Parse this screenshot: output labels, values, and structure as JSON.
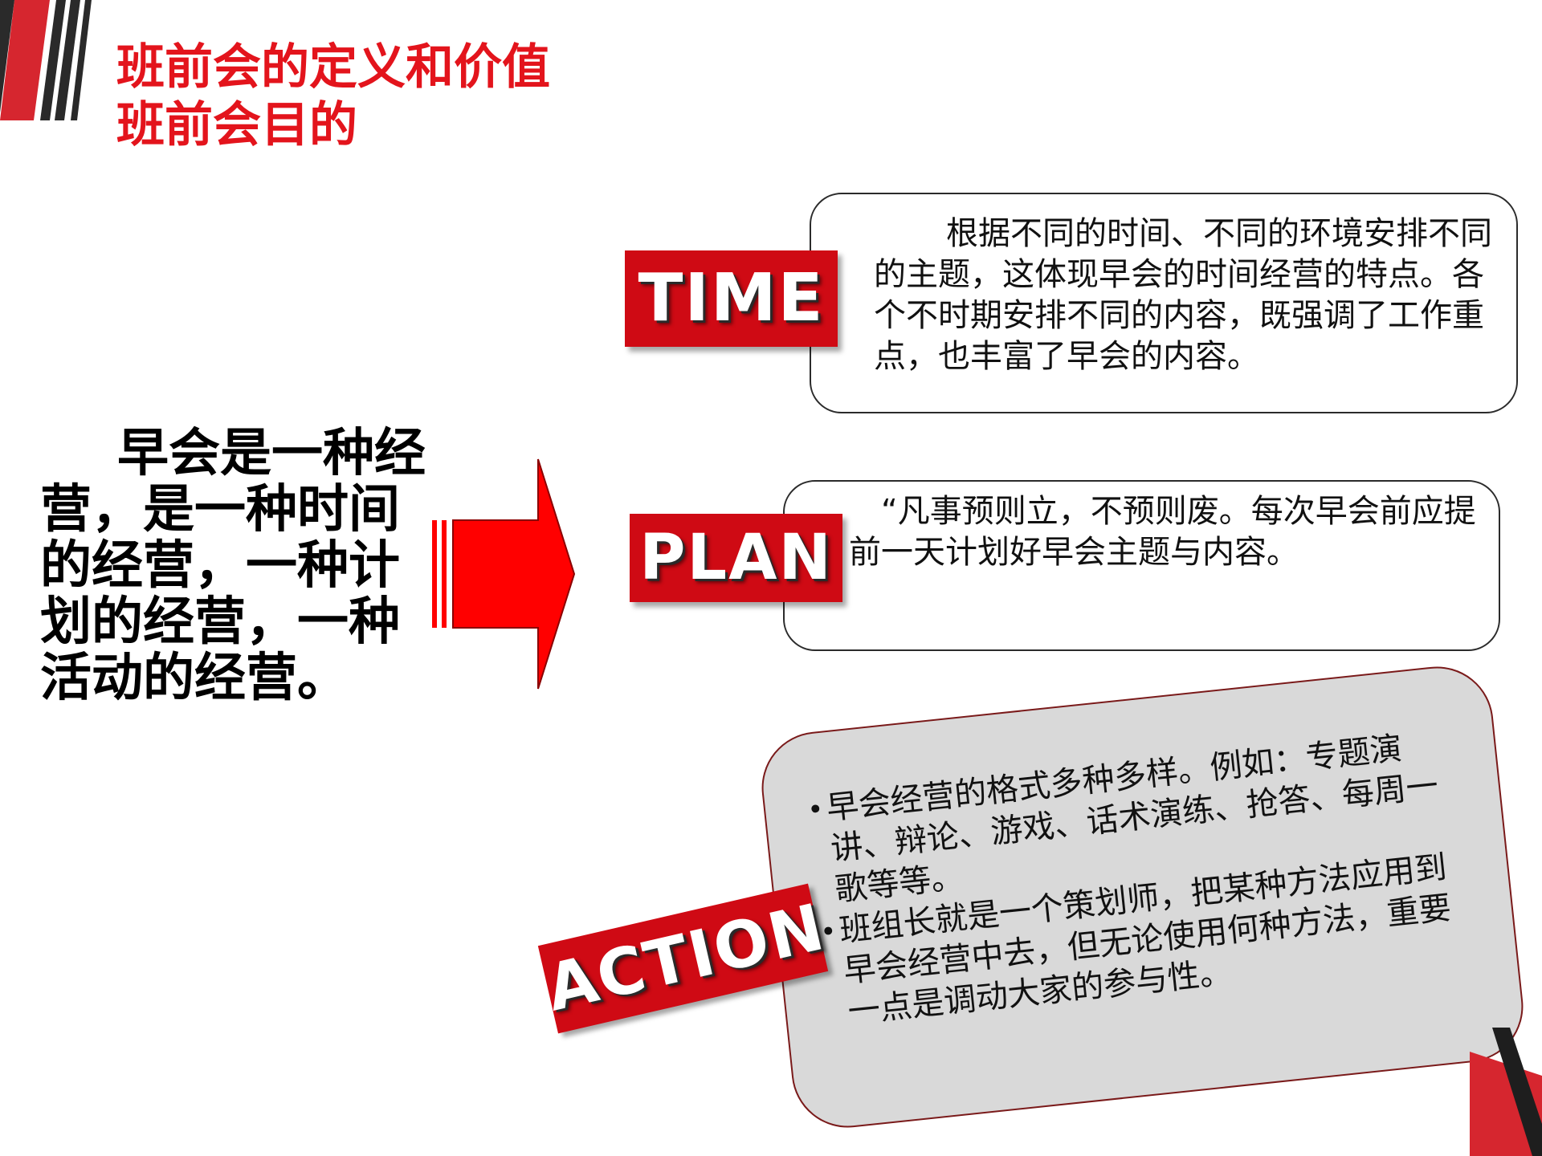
{
  "header": {
    "title_line1": "班前会的定义和价值",
    "title_line2": "班前会目的"
  },
  "statement": "早会是一种经营，是一种时间的经营，一种计划的经营，一种活动的经营。",
  "sections": {
    "time": {
      "label": "TIME",
      "text": "根据不同的时间、不同的环境安排不同的主题，这体现早会的时间经营的特点。各个不时期安排不同的内容，既强调了工作重点，也丰富了早会的内容。"
    },
    "plan": {
      "label": "PLAN",
      "text": "“凡事预则立，不预则废。每次早会前应提前一天计划好早会主题与内容。"
    },
    "action": {
      "label": "ACTION",
      "bullets": [
        "早会经营的格式多种多样。例如：专题演讲、辩论、游戏、话术演练、抢答、每周一歌等等。",
        "班组长就是一个策划师，把某种方法应用到早会经营中去，但无论使用何种方法，重要一点是调动大家的参与性。"
      ]
    }
  },
  "colors": {
    "accent_red": "#e3141c",
    "label_red": "#cf0a14",
    "arrow_red": "#ff0000",
    "action_box_fill": "#d9d9d9"
  }
}
